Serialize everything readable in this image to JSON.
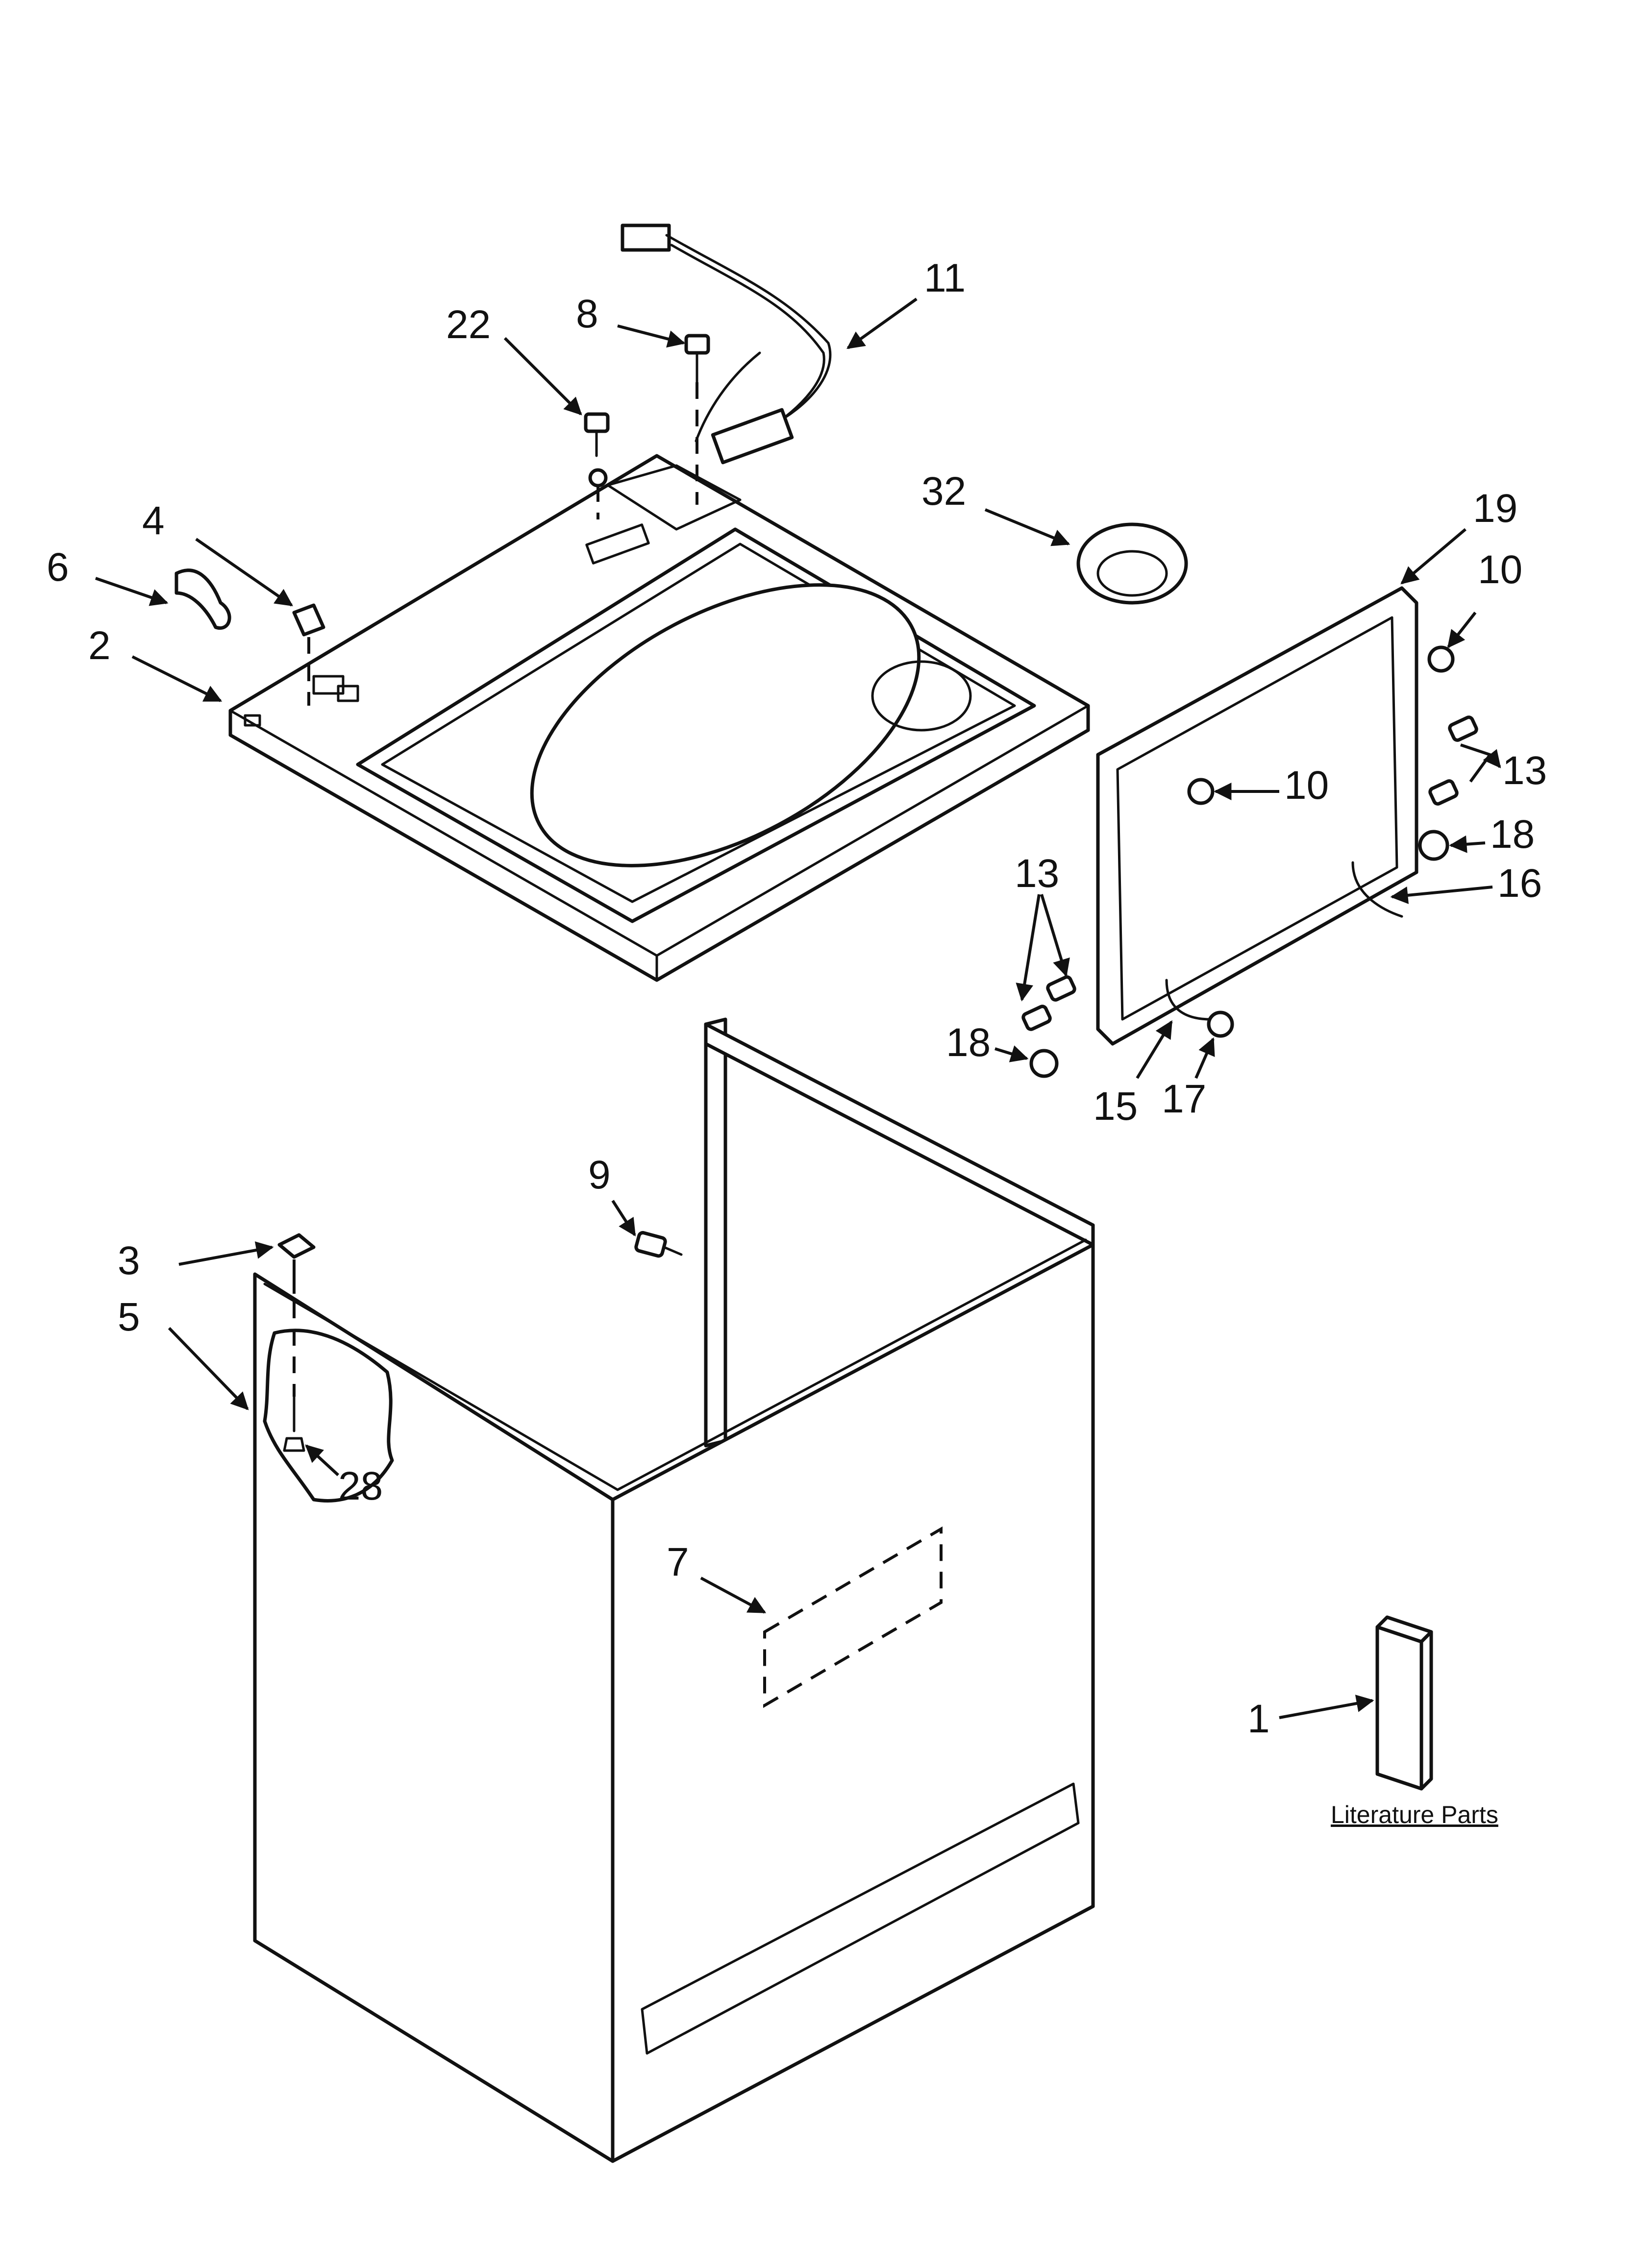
{
  "diagram": {
    "callouts": {
      "c1": "1",
      "c2": "2",
      "c3": "3",
      "c4": "4",
      "c5": "5",
      "c6": "6",
      "c7": "7",
      "c8": "8",
      "c9": "9",
      "c10a": "10",
      "c10b": "10",
      "c11": "11",
      "c13a": "13",
      "c13b": "13",
      "c15": "15",
      "c16": "16",
      "c17": "17",
      "c18a": "18",
      "c18b": "18",
      "c19": "19",
      "c22": "22",
      "c28": "28",
      "c32": "32"
    },
    "literature_label": "Literature Parts"
  }
}
